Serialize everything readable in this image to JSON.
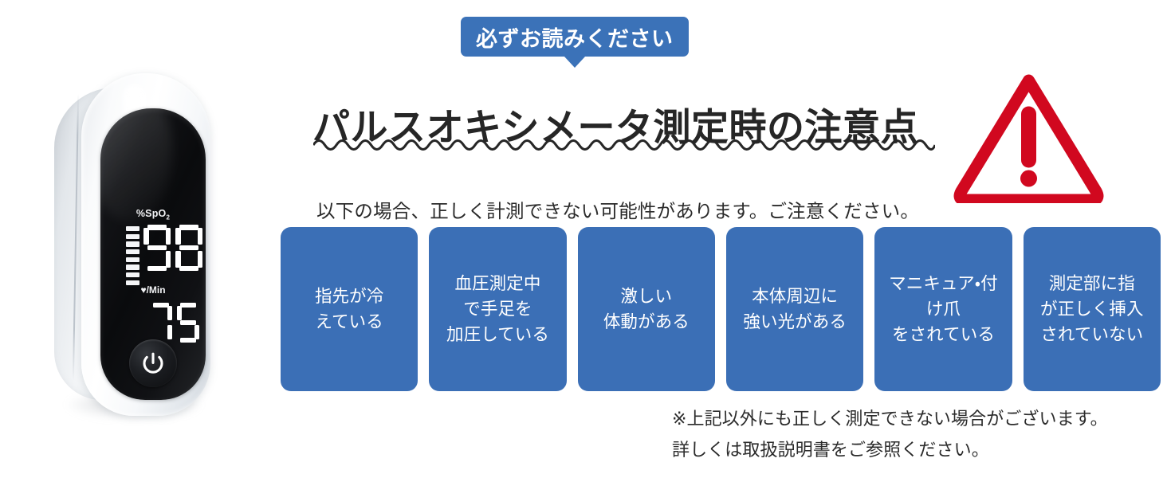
{
  "badge": {
    "text": "必ずお読みください",
    "color": "#3b72b8"
  },
  "headline": {
    "title": "パルスオキシメータ測定時の注意点",
    "color": "#262626"
  },
  "lead": {
    "text": "以下の場合、正しく計測できない可能性があります。ご注意ください。"
  },
  "warning": {
    "color": "#d1081f",
    "glyph": "!"
  },
  "device": {
    "spo2_label": "%SpO",
    "spo2_label_sub": "2",
    "spo2_value": "98",
    "bpm_label": "/Min",
    "bpm_heart": "♥",
    "bpm_value": "75",
    "signal_bars": 8,
    "power_symbol": "power-icon"
  },
  "cards": {
    "color": "#3b6fb6",
    "items": [
      {
        "text": "指先が冷\nえている"
      },
      {
        "text": "血圧測定中\nで手足を\n加圧している"
      },
      {
        "text": "激しい\n体動がある"
      },
      {
        "text": "本体周辺に\n強い光がある"
      },
      {
        "text": "マニキュア・付\nけ爪\nをされている"
      },
      {
        "text": "測定部に指\nが正しく挿入\nされていない"
      }
    ]
  },
  "footnotes": {
    "line1": "※上記以外にも正しく測定できない場合がございます。",
    "line2": "詳しくは取扱説明書をご参照ください。"
  }
}
